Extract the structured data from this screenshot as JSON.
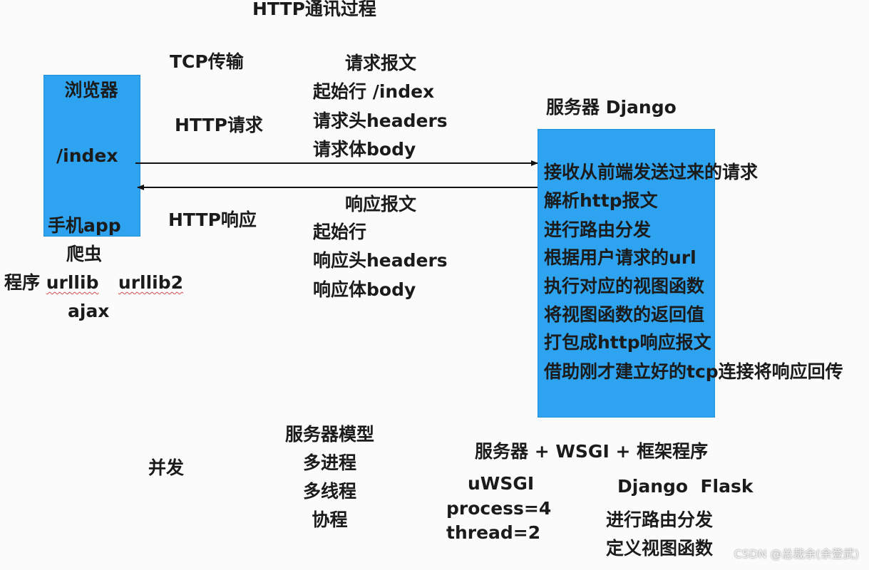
{
  "title": "HTTP通讯过程",
  "browser": {
    "title": "浏览器",
    "path": "/index",
    "mobile": "手机app"
  },
  "clients": {
    "crawler": "爬虫",
    "program_prefix": "程序",
    "urllib": "urllib",
    "urllib2": "urllib2",
    "ajax": "ajax"
  },
  "transport": {
    "tcp": "TCP传输",
    "http_request": "HTTP请求",
    "http_response": "HTTP响应"
  },
  "request_message": {
    "title": "请求报文",
    "lines": [
      "起始行 /index",
      "请求头headers",
      "请求体body"
    ]
  },
  "response_message": {
    "title": "响应报文",
    "lines": [
      "起始行",
      "响应头headers",
      "响应体body"
    ]
  },
  "server": {
    "title": "服务器 Django",
    "steps": [
      "接收从前端发送过来的请求",
      "解析http报文",
      "进行路由分发",
      "根据用户请求的url",
      "执行对应的视图函数",
      "将视图函数的返回值",
      "打包成http响应报文",
      "借助刚才建立好的tcp连接将响应回传"
    ]
  },
  "concurrency": "并发",
  "server_model": {
    "title": "服务器模型",
    "items": [
      "多进程",
      "多线程",
      "协程"
    ]
  },
  "stack": {
    "title": "服务器 + WSGI + 框架程序",
    "uwsgi": {
      "title": "uWSGI",
      "process": "process=4",
      "thread": "thread=2"
    },
    "frameworks": {
      "title": "Django  Flask",
      "lines": [
        "进行路由分发",
        "定义视图函数"
      ]
    }
  },
  "watermark": "CSDN @总裁余(余登武)",
  "colors": {
    "box_fill": "#2ea3ef",
    "arrow": "#111111",
    "background": "#fbfbfb"
  }
}
